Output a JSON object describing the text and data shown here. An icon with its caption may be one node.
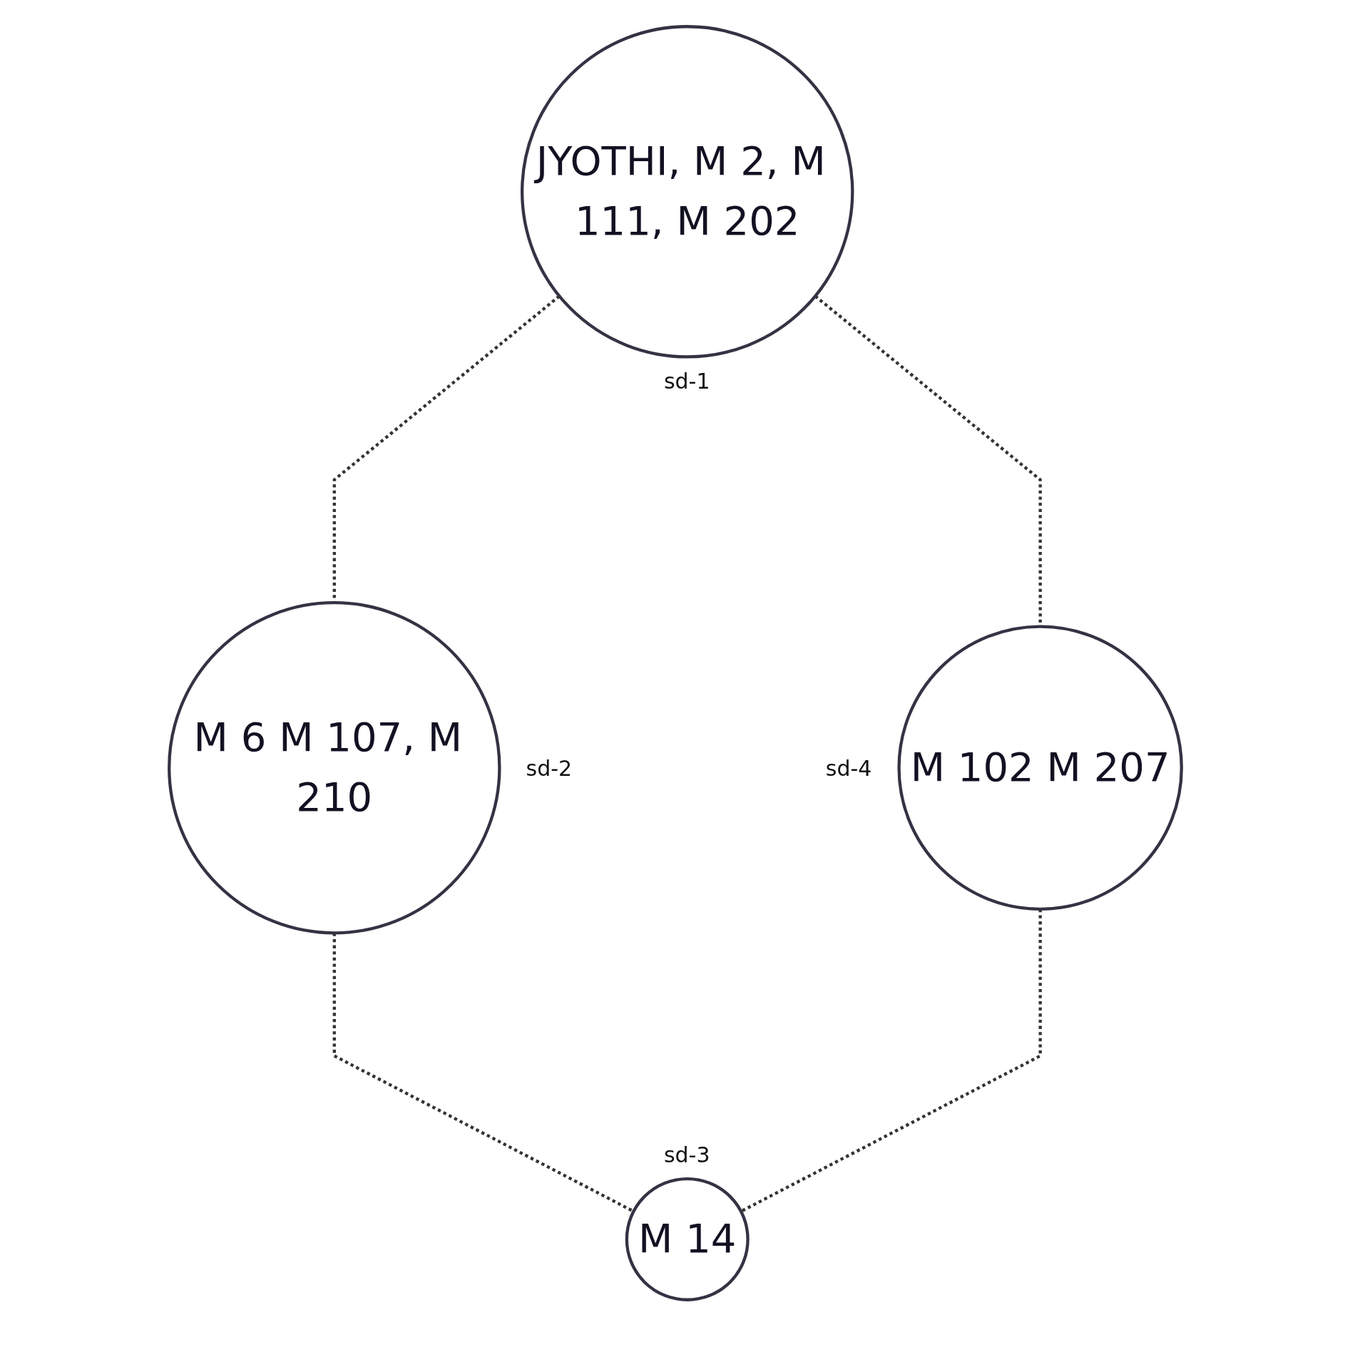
{
  "diagram": {
    "nodes": [
      {
        "text": [
          "JYOTHI, M 2, M 111, M 202"
        ],
        "beside": [
          "sd-1"
        ]
      },
      {
        "text": [
          "M 102 M 207"
        ],
        "beside": [
          "sd-4"
        ]
      },
      {
        "text": [
          "M 6 M 107, M 210"
        ],
        "beside": [
          "sd-2"
        ]
      },
      {
        "text": [
          "M 14"
        ],
        "beside": [
          "sd-3"
        ]
      }
    ],
    "edges": [
      {
        "from": 0,
        "to": 1,
        "arrow": "none",
        "style": "dashed"
      },
      {
        "from": 0,
        "to": 2,
        "arrow": "none",
        "style": "dashed"
      },
      {
        "from": 2,
        "to": 3,
        "arrow": "none",
        "style": "dashed"
      },
      {
        "from": 1,
        "to": 3,
        "arrow": "none",
        "style": "dashed"
      }
    ]
  }
}
